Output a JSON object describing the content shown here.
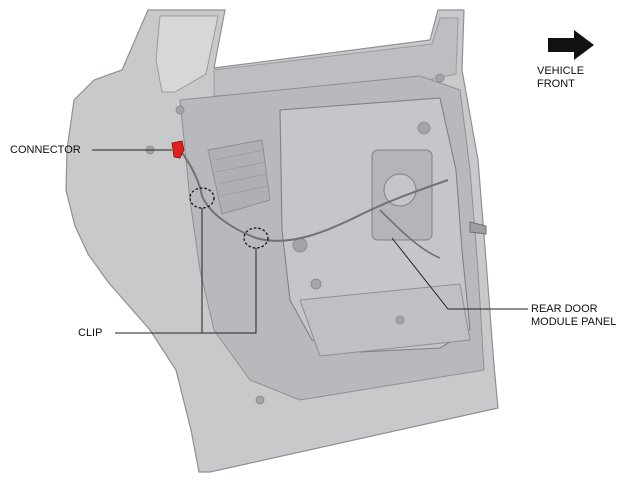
{
  "labels": {
    "connector": "CONNECTOR",
    "clip": "CLIP",
    "rear_door_module_panel": [
      "REAR DOOR",
      "MODULE PANEL"
    ],
    "vehicle_front": [
      "VEHICLE",
      "FRONT"
    ]
  },
  "colors": {
    "door_body": "#c8c9cb",
    "door_shadow": "#a9abae",
    "door_edge": "#8e9093",
    "connector": "#e02020",
    "leader": "#222222"
  },
  "icons": {
    "direction": "arrow-right-icon"
  }
}
